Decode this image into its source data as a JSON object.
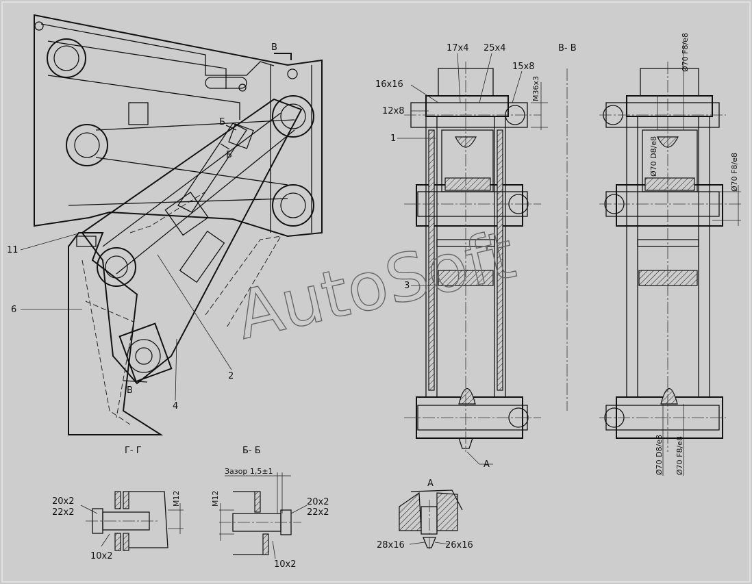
{
  "labels": {
    "dim_17x4": "17x4",
    "dim_25x4": "25x4",
    "dim_15x8": "15x8",
    "dim_16x16": "16x16",
    "dim_12x8": "12x8",
    "thread_m36": "M36x3",
    "section_vv": "В- В",
    "part_1": "1",
    "part_2": "2",
    "part_3": "3",
    "part_4": "4",
    "part_6": "6",
    "part_11": "11",
    "mark_v_top": "В",
    "mark_v_bottom": "В",
    "mark_b_1": "Б",
    "mark_b_2": "Б",
    "view_a": "A",
    "view_a_title": "A",
    "section_gg": "Г- Г",
    "section_bb": "Б- Б",
    "gap_label": "Зазор 1,5±1",
    "gg_20x2": "20x2",
    "gg_22x2": "22x2",
    "gg_10x2": "10x2",
    "gg_m12": "M12",
    "bb_20x2": "20x2",
    "bb_22x2": "22x2",
    "bb_10x2": "10x2",
    "bb_m12": "M12",
    "a_28x16": "28x16",
    "a_26x16": "26x16",
    "fit_top": "Ø70 F8/e8",
    "fit_mid_left": "Ø70 D8/e8",
    "fit_mid_right": "Ø70 F8/e8",
    "fit_bot_left": "Ø70 D8/e8",
    "fit_bot_right": "Ø70 F8/e8"
  },
  "watermark": "AutoSoft"
}
